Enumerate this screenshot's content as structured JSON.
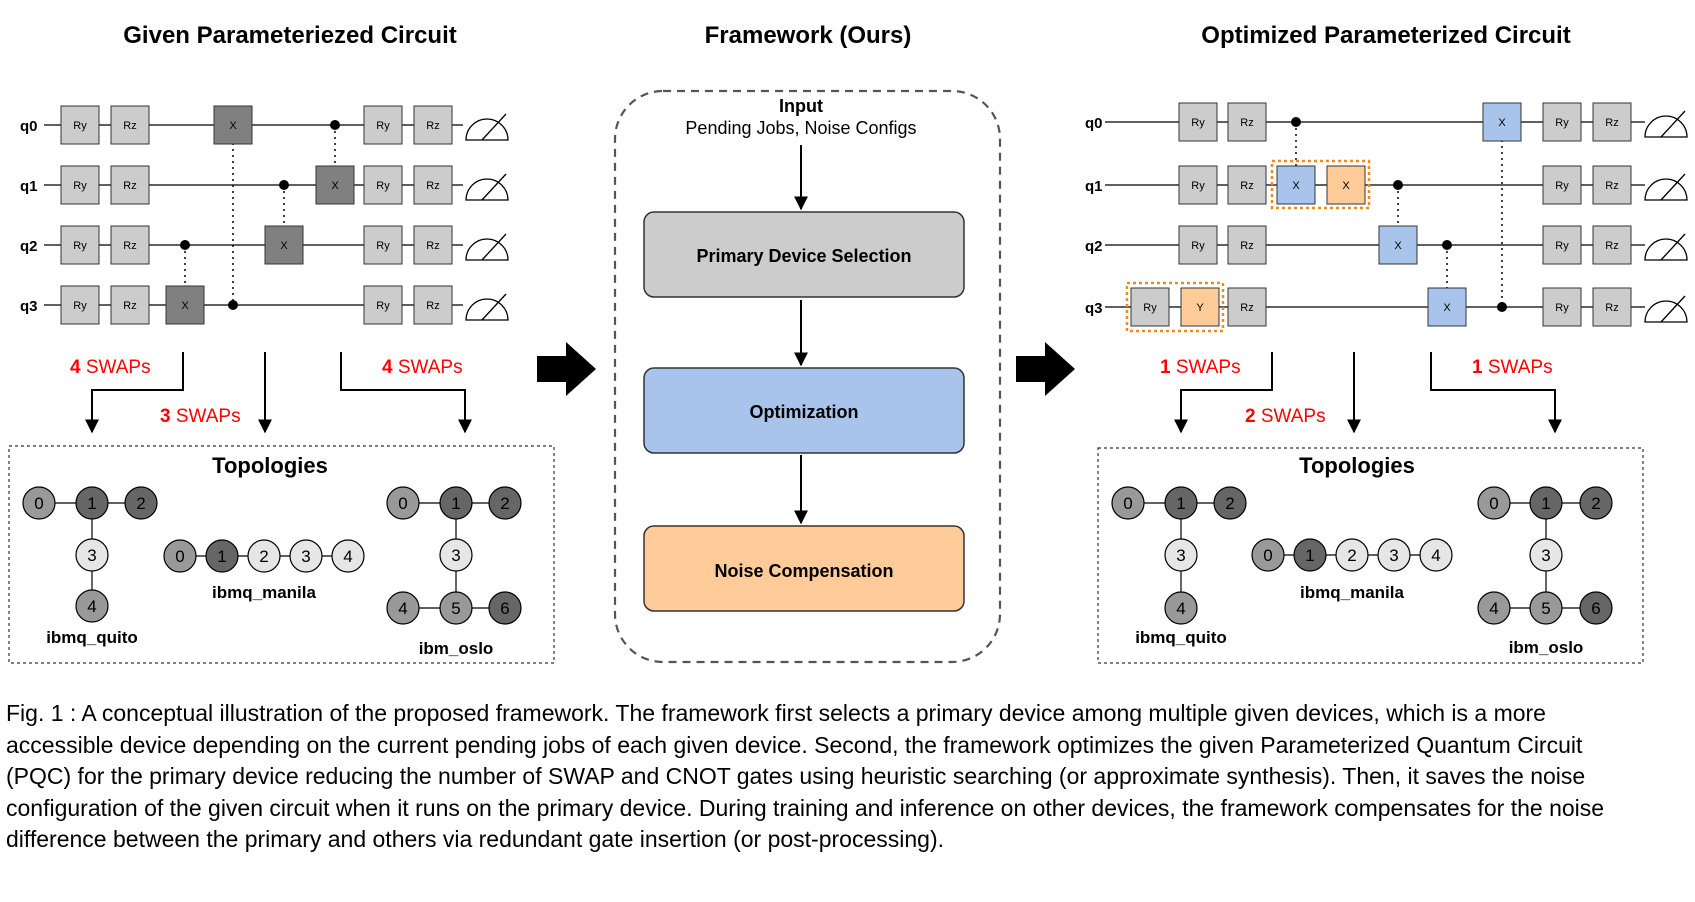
{
  "titles": {
    "left": "Given Parameteriezed Circuit",
    "middle": "Framework (Ours)",
    "right": "Optimized Parameterized Circuit"
  },
  "qubit_labels": [
    "q0",
    "q1",
    "q2",
    "q3"
  ],
  "gate_labels": {
    "ry": "Ry",
    "rz": "Rz",
    "x": "X",
    "y": "Y"
  },
  "left_swaps": [
    {
      "count": "4",
      "unit": "SWAPs"
    },
    {
      "count": "3",
      "unit": "SWAPs"
    },
    {
      "count": "4",
      "unit": "SWAPs"
    }
  ],
  "right_swaps": [
    {
      "count": "1",
      "unit": "SWAPs"
    },
    {
      "count": "2",
      "unit": "SWAPs"
    },
    {
      "count": "1",
      "unit": "SWAPs"
    }
  ],
  "topologies": {
    "title": "Topologies",
    "quito_nodes": [
      "0",
      "1",
      "2",
      "3",
      "4"
    ],
    "quito_name": "ibmq_quito",
    "manila_nodes": [
      "0",
      "1",
      "2",
      "3",
      "4"
    ],
    "manila_name": "ibmq_manila",
    "oslo_nodes": [
      "0",
      "1",
      "2",
      "3",
      "4",
      "5",
      "6"
    ],
    "oslo_name": "ibm_oslo"
  },
  "framework": {
    "input_title": "Input",
    "input_sub": "Pending Jobs, Noise Configs",
    "steps": [
      "Primary Device Selection",
      "Optimization",
      "Noise Compensation"
    ]
  },
  "caption": "Fig. 1 : A conceptual illustration of the proposed framework. The framework first selects a primary device among multiple given devices, which is a more accessible device depending on the current pending jobs of each given device. Second, the framework optimizes the given Parameterized Quantum Circuit (PQC) for the primary device reducing the number of SWAP and CNOT gates using heuristic searching (or approximate synthesis). Then, it saves the noise configuration of the given circuit when it runs on the primary device. During training and inference on other devices, the framework compensates for the noise difference between the primary and others via redundant gate insertion (or post-processing).",
  "colors": {
    "gate_gray": "#cccccc",
    "gate_dark": "#808080",
    "gate_blue": "#a9c4eb",
    "gate_orange": "#ffcc99",
    "swap_red": "#ff0000",
    "step_gray": "#cccccc",
    "step_blue": "#a9c4eb",
    "step_orange": "#ffcc99",
    "highlight_orange": "#ed8b22",
    "node_light": "#e6e6e6",
    "node_mid": "#999999",
    "node_dark": "#666666"
  }
}
